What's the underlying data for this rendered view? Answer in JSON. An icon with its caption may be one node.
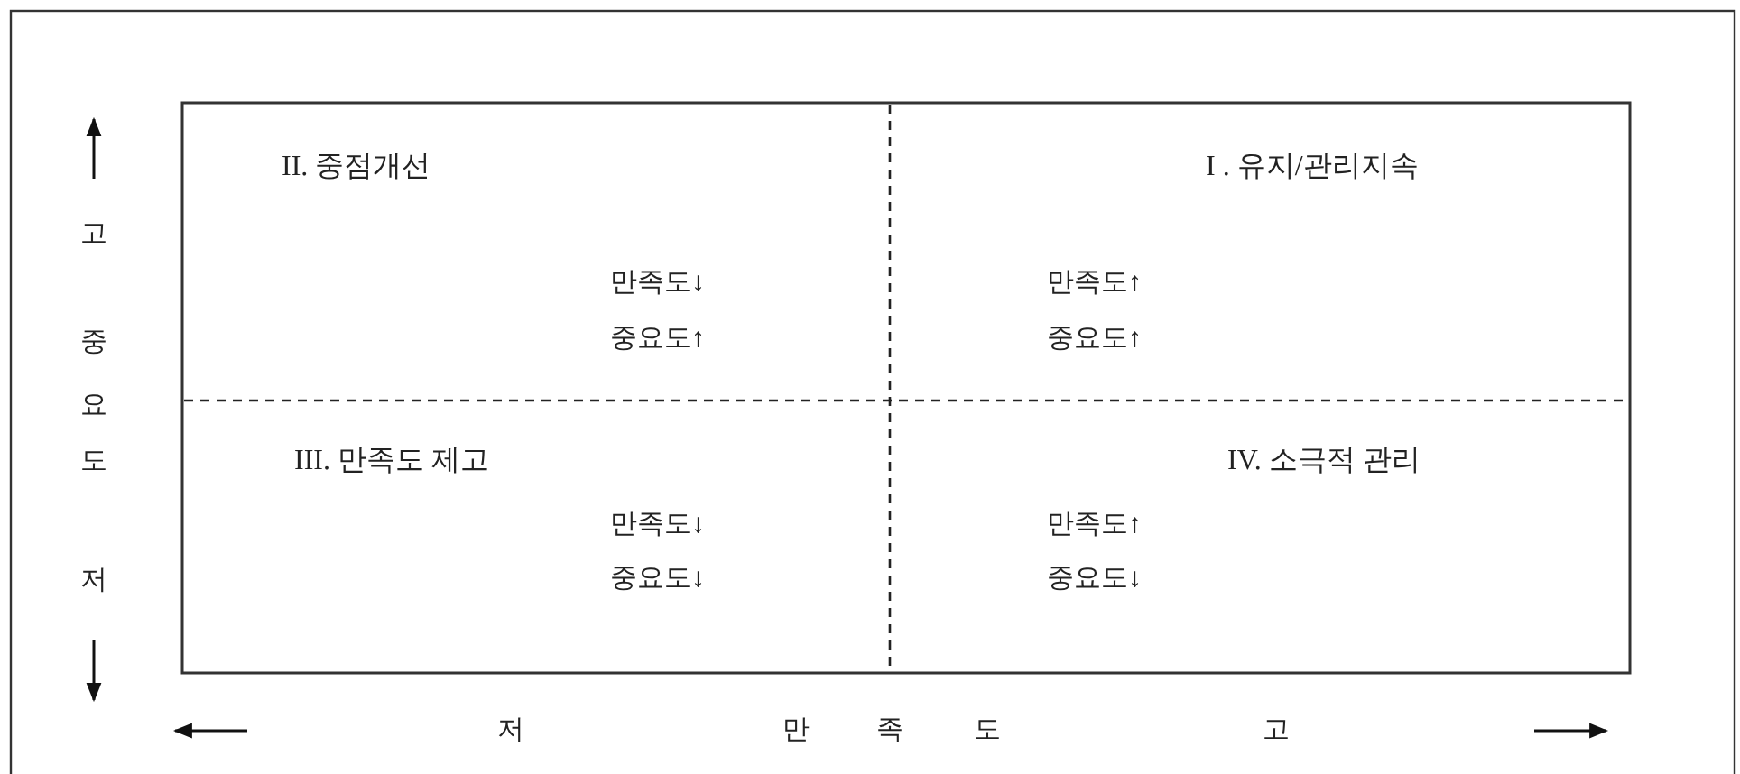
{
  "diagram": {
    "labels": [
      "II. 중점개선",
      "I . 유지/관리지속",
      "고",
      "만족도↓",
      "만족도↑",
      "중",
      "중요도↑",
      "중요도↑",
      "요",
      "도",
      "III. 만족도 제고",
      "IV. 소극적 관리",
      "만족도↓",
      "만족도↑",
      "저",
      "중요도↓",
      "중요도↓",
      "저",
      "만",
      "족",
      "도",
      "고"
    ]
  }
}
